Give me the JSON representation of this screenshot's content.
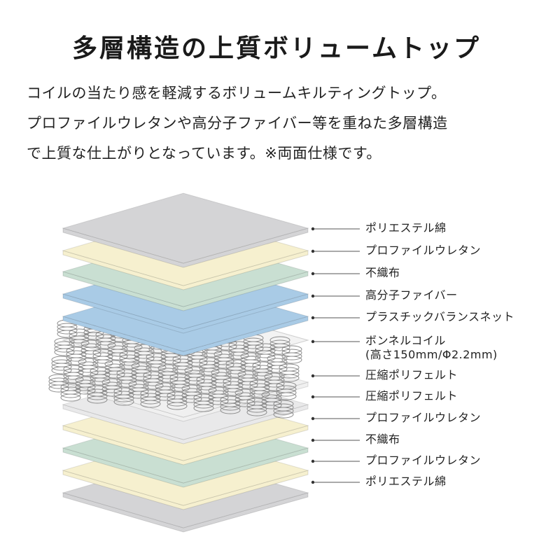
{
  "title": "多層構造の上質ボリュームトップ",
  "description": [
    "コイルの当たり感を軽減するボリュームキルティングトップ。",
    "プロファイルウレタンや高分子ファイバー等を重ねた多層構造",
    "で上質な仕上がりとなっています。※両面仕様です。"
  ],
  "layers": [
    {
      "label": "ポリエステル綿",
      "color": "#d4d4d6"
    },
    {
      "label": "プロファイルウレタン",
      "color": "#f6f0cf"
    },
    {
      "label": "不織布",
      "color": "#c9dfd2"
    },
    {
      "label": "高分子ファイバー",
      "color": "#a9cbe6"
    },
    {
      "label": "プラスチックバランスネット",
      "color": "#a9cbe6"
    },
    {
      "label": "ボンネルコイル",
      "sub": "(高さ150mm/Φ2.2mm)",
      "color": "#f3f3f3"
    },
    {
      "label": "圧縮ポリフェルト",
      "color": "#f0f0f0"
    },
    {
      "label": "圧縮ポリフェルト",
      "color": "#e9e9ea"
    },
    {
      "label": "プロファイルウレタン",
      "color": "#f6f0cf"
    },
    {
      "label": "不織布",
      "color": "#c9dfd2"
    },
    {
      "label": "プロファイルウレタン",
      "color": "#f6f0cf"
    },
    {
      "label": "ポリエステル綿",
      "color": "#d4d4d6"
    }
  ]
}
